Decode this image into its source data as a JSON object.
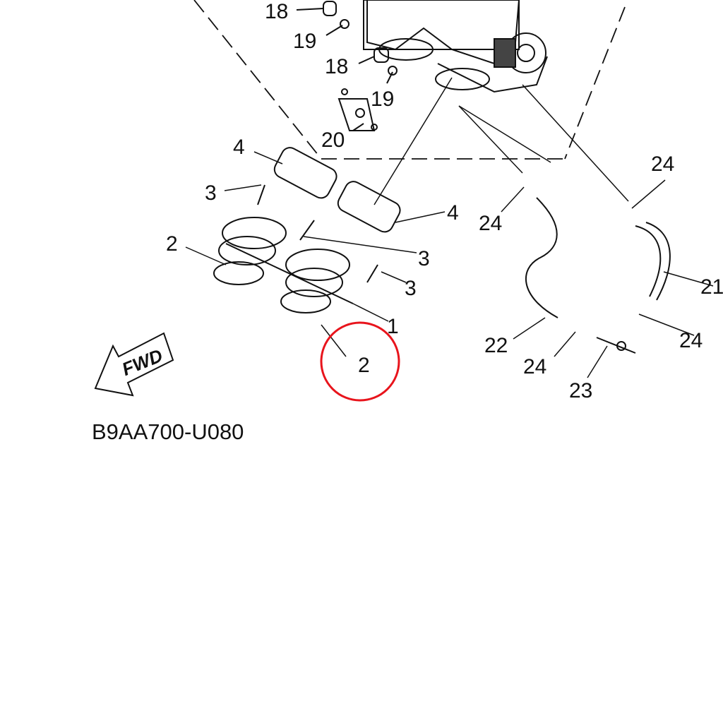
{
  "diagram": {
    "code": "B9AA700-U080",
    "direction_label": "FWD",
    "highlight_color": "#e8141c",
    "callouts": [
      "18",
      "19",
      "18",
      "19",
      "20",
      "4",
      "3",
      "2",
      "4",
      "24",
      "24",
      "3",
      "3",
      "1",
      "21",
      "22",
      "24",
      "24",
      "23",
      "2"
    ]
  }
}
